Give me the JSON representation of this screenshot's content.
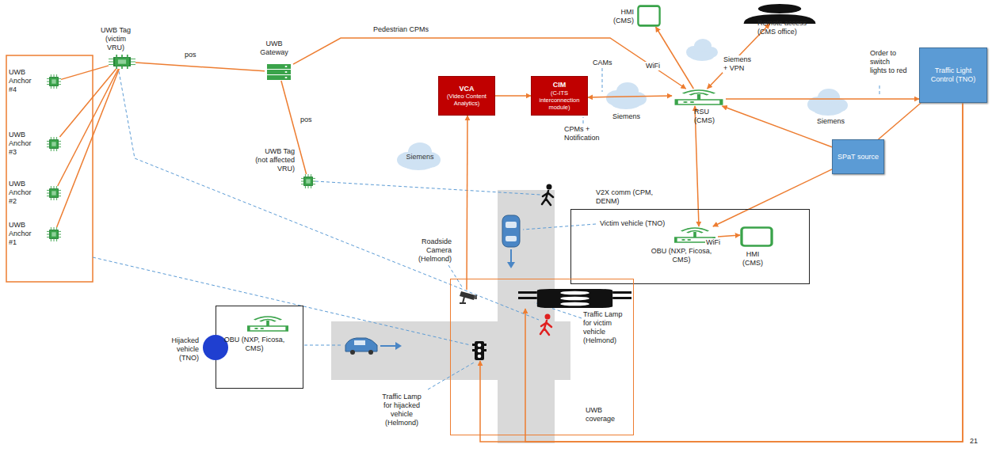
{
  "diagram": {
    "nodes": [
      {
        "text": [
          "UWB Anchor #4"
        ]
      },
      {
        "text": [
          "UWB Anchor #3"
        ]
      },
      {
        "text": [
          "UWB Anchor #2"
        ]
      },
      {
        "text": [
          "UWB Anchor #1"
        ]
      },
      {
        "text": [
          "UWB Tag (victim VRU)"
        ]
      },
      {
        "text": [
          "UWB Gateway"
        ]
      },
      {
        "text": [
          "UWB Tag (not affected VRU)"
        ]
      },
      {
        "text": [
          "VCA",
          "(Video Content Analytics)"
        ]
      },
      {
        "text": [
          "CIM",
          "(C-ITS interconnection module)"
        ]
      },
      {
        "text": [
          "HMI (CMS)"
        ]
      },
      {
        "text": [
          "Remote access (CMS office)"
        ]
      },
      {
        "text": [
          "RSU (CMS)"
        ]
      },
      {
        "text": [
          "Traffic Light Control (TNO)"
        ]
      },
      {
        "text": [
          "SPaT source"
        ]
      },
      {
        "text": [
          "Victim vehicle (TNO)"
        ]
      },
      {
        "text": [
          "OBU (NXP, Ficosa, CMS)"
        ],
        "in": 14
      },
      {
        "text": [
          "HMI (CMS)"
        ],
        "in": 14
      },
      {
        "text": [
          "Roadside Camera (Helmond)"
        ]
      },
      {
        "text": [
          "UWB coverage"
        ]
      },
      {
        "text": [
          "Traffic Lamp for victim vehicle (Helmond)"
        ]
      },
      {
        "text": [
          "Traffic Lamp for hijacked vehicle (Helmond)"
        ]
      },
      {
        "text": [
          "Hijacked vehicle (TNO)"
        ]
      },
      {
        "text": [
          "OBU (NXP, Ficosa, CMS)"
        ],
        "in": 21
      }
    ],
    "edges": [
      {
        "from": 0,
        "to": 4,
        "arrow": "none"
      },
      {
        "from": 1,
        "to": 4,
        "arrow": "none"
      },
      {
        "from": 2,
        "to": 4,
        "arrow": "none"
      },
      {
        "from": 3,
        "to": 4,
        "arrow": "none"
      },
      {
        "from": 4,
        "to": 5,
        "label": "pos",
        "arrow": "none"
      },
      {
        "from": 6,
        "to": 5,
        "label": "pos",
        "arrow": "none"
      },
      {
        "from": 5,
        "to": 11,
        "label": "Pedestrian CPMs",
        "arrow": "to"
      },
      {
        "from": 17,
        "to": 7,
        "arrow": "to"
      },
      {
        "from": 7,
        "to": 8,
        "arrow": "to"
      },
      {
        "from": 8,
        "to": 11,
        "label": "Siemens",
        "arrow": "both"
      },
      {
        "from": 11,
        "to": 9,
        "label": "WiFi",
        "arrow": "to"
      },
      {
        "from": 11,
        "to": 10,
        "label": "Siemens + VPN",
        "arrow": "both"
      },
      {
        "from": 11,
        "to": 12,
        "label": "Siemens",
        "arrow": "to"
      },
      {
        "from": 13,
        "to": 11,
        "arrow": "to"
      },
      {
        "from": 12,
        "to": 13,
        "arrow": "none"
      },
      {
        "from": 13,
        "to": 15,
        "arrow": "to"
      },
      {
        "from": 11,
        "to": 15,
        "arrow": "both"
      },
      {
        "from": 15,
        "to": 16,
        "label": "WiFi",
        "arrow": "to"
      },
      {
        "from": 12,
        "to": 19,
        "arrow": "to"
      },
      {
        "from": 12,
        "to": 20,
        "arrow": "to"
      }
    ],
    "labels": [
      "Siemens",
      "CAMs",
      "CPMs + Notification",
      "V2X comm (CPM, DENM)",
      "Order to switch lights to red",
      "21"
    ]
  }
}
